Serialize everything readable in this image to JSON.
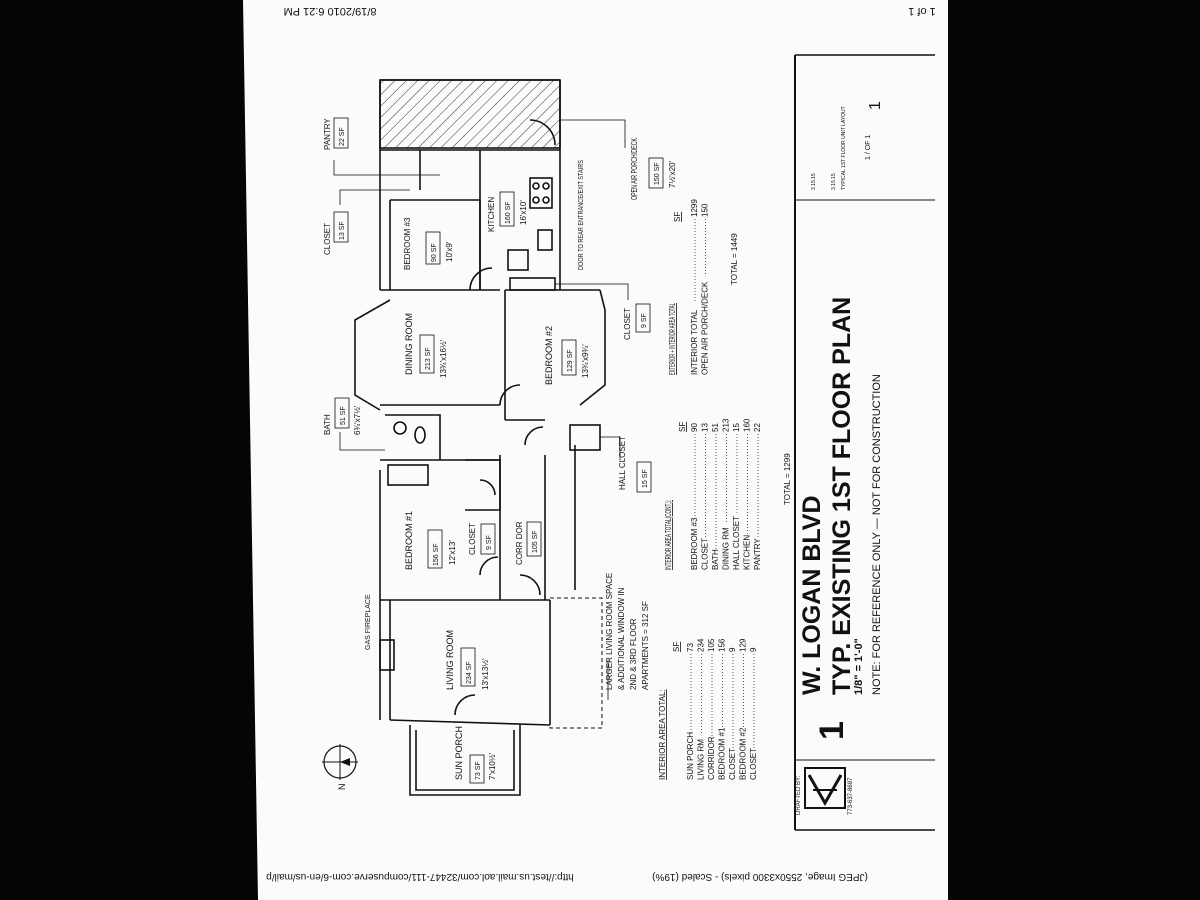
{
  "header": {
    "timestamp": "8/19/2010 6:21 PM",
    "page": "1 of 1"
  },
  "footer": {
    "url": "http://test.us.mail.aol.com/32447-111/compuserve.com-6/en-us/mail/p",
    "image_info": "(JPEG Image, 2550x3300 pixels) - Scaled (19%)"
  },
  "title_block": {
    "project": "W. LOGAN BLVD",
    "drawing_title": "TYP. EXISTING 1ST FLOOR PLAN",
    "drawing_number": "1",
    "scale": "1/8\" = 1'-0\"",
    "note": "NOTE: FOR REFERENCE ONLY  —  NOT FOR CONSTRUCTION",
    "drafted_by": "DRAFTED BY:",
    "phone": "773-637-8687",
    "sheet_number": "1",
    "sheet_of": "1 / OF 1",
    "sheet_title": "TYPICAL 1ST FLOOR UNIT LAYOUT",
    "dates": [
      "3.15.15",
      "3.15.15"
    ]
  },
  "rooms": {
    "sun_porch": {
      "name": "SUN PORCH",
      "area": "73 SF",
      "dims": "7'x10½'"
    },
    "living_room": {
      "name": "LIVING ROOM",
      "area": "234 SF",
      "dims": "13'x13½'"
    },
    "bedroom1": {
      "name": "BEDROOM #1",
      "area": "156 SF",
      "dims": "12'x13'"
    },
    "closet1": {
      "name": "CLOSET",
      "area": "9 SF"
    },
    "corridor": {
      "name": "CORR DOR",
      "area": "105 SF"
    },
    "bath": {
      "name": "BATH",
      "area": "51 SF",
      "dims": "6¾'x7½'"
    },
    "dining_room": {
      "name": "DINING ROOM",
      "area": "213 SF",
      "dims": "13¾'x16½'"
    },
    "bedroom2": {
      "name": "BEDROOM #2",
      "area": "129 SF",
      "dims": "13¾'x9¾'"
    },
    "hall_closet": {
      "name": "HALL CLOSET",
      "area": "15 SF"
    },
    "closet2": {
      "name": "CLOSET",
      "area": "9 SF"
    },
    "bedroom3": {
      "name": "BEDROOM #3",
      "area": "90 SF",
      "dims": "10'x9'"
    },
    "kitchen": {
      "name": "KITCHEN",
      "area": "160 SF",
      "dims": "16'x10'"
    },
    "closet3": {
      "name": "CLOSET",
      "area": "13 SF"
    },
    "pantry": {
      "name": "PANTRY",
      "area": "22 SF"
    },
    "porch": {
      "name": "OPEN AIR PORCH/DECK",
      "area": "150 SF",
      "dims": "7½'x20'"
    },
    "gas_fireplace": "GAS FIREPLACE",
    "door_rear": "DOOR TO REAR ENTRANCE/EXIT STAIRS"
  },
  "living_note": [
    "LARGER LIVING ROOM SPACE",
    "& ADDITIONAL WINDOW IN",
    "2ND & 3RD FLOOR",
    "APARTMENTS = 312 SF"
  ],
  "interior_total": {
    "title": "INTERIOR AREA TOTAL:",
    "unit": "SF",
    "rows": [
      {
        "label": "SUN PORCH",
        "value": "73"
      },
      {
        "label": "LIVING RM",
        "value": "234"
      },
      {
        "label": "CORRIDOR",
        "value": "105"
      },
      {
        "label": "BEDROOM #1",
        "value": "156"
      },
      {
        "label": "CLOSET",
        "value": "9"
      },
      {
        "label": "BEDROOM #2",
        "value": "129"
      },
      {
        "label": "CLOSET",
        "value": "9"
      }
    ]
  },
  "interior_cont": {
    "title": "INTERIOR AREA TOTAL(CONT.):",
    "unit": "SF",
    "rows": [
      {
        "label": "BEDROOM #3",
        "value": "90"
      },
      {
        "label": "CLOSET",
        "value": "13"
      },
      {
        "label": "BATH",
        "value": "51"
      },
      {
        "label": "DINING RM",
        "value": "213"
      },
      {
        "label": "HALL CLOSET",
        "value": "15"
      },
      {
        "label": "KITCHEN",
        "value": "160"
      },
      {
        "label": "PANTRY",
        "value": "22"
      }
    ],
    "total": "TOTAL = 1299"
  },
  "exterior_interior": {
    "title": "EXTERIOR + INTERIOR AREA TOTAL",
    "unit": "SF",
    "rows": [
      {
        "label": "INTERIOR TOTAL",
        "value": "1299"
      },
      {
        "label": "OPEN AIR PORCH/DECK",
        "value": "150"
      }
    ],
    "total": "TOTAL = 1449"
  },
  "north_label": "N"
}
